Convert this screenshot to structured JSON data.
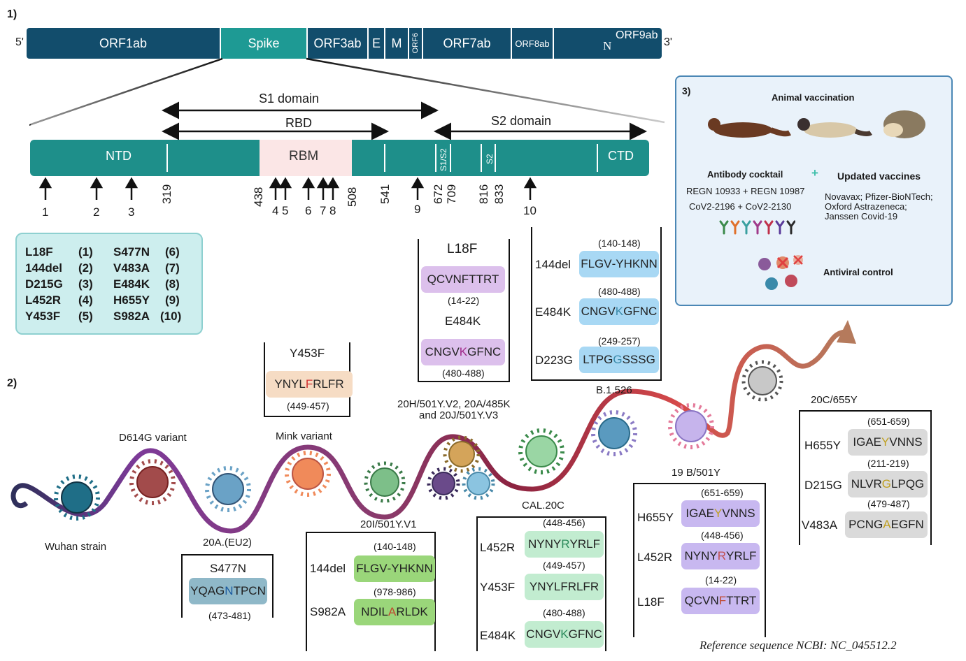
{
  "panels": {
    "p1": "1)",
    "p2": "2)",
    "p3": "3)"
  },
  "genome": {
    "five_prime": "5'",
    "three_prime": "3'",
    "segments": {
      "orf1ab": "ORF1ab",
      "spike": "Spike",
      "orf3ab": "ORF3ab",
      "e": "E",
      "m": "M",
      "orf6": "ORF6",
      "orf7ab": "ORF7ab",
      "orf8ab": "ORF8ab",
      "n": "N",
      "orf9ab": "ORF9ab"
    }
  },
  "domains": {
    "s1": "S1 domain",
    "rbd": "RBD",
    "s2": "S2 domain"
  },
  "spike": {
    "ntd": "NTD",
    "rbm": "RBM",
    "s1s2": "S1/S2",
    "s2": "S2",
    "ctd": "CTD"
  },
  "positions": [
    "319",
    "438",
    "508",
    "541",
    "672",
    "709",
    "816",
    "833"
  ],
  "arrow_numbers": [
    "1",
    "2",
    "3",
    "4",
    "5",
    "6",
    "7",
    "8",
    "9",
    "10"
  ],
  "mutations": [
    {
      "name": "L18F",
      "num": "(1)"
    },
    {
      "name": "144del",
      "num": "(2)"
    },
    {
      "name": "D215G",
      "num": "(3)"
    },
    {
      "name": "L452R",
      "num": "(4)"
    },
    {
      "name": "Y453F",
      "num": "(5)"
    },
    {
      "name": "S477N",
      "num": "(6)"
    },
    {
      "name": "V483A",
      "num": "(7)"
    },
    {
      "name": "E484K",
      "num": "(8)"
    },
    {
      "name": "H655Y",
      "num": "(9)"
    },
    {
      "name": "S982A",
      "num": "(10)"
    }
  ],
  "panel3": {
    "animal": "Animal vaccination",
    "cocktail": "Antibody cocktail",
    "plus": "+",
    "updated": "Updated vaccines",
    "regn": "REGN 10933 + REGN 10987",
    "cov": "CoV2-2196 + CoV2-2130",
    "vaccines1": "Novavax; Pfizer-BioNTech;",
    "vaccines2": "Oxford Astrazeneca;",
    "vaccines3": "Janssen Covid-19",
    "antiviral": "Antiviral control"
  },
  "variants": {
    "wuhan": "Wuhan strain",
    "d614g": "D614G variant",
    "mink": "Mink variant",
    "eu2": "20A.(EU2)",
    "v1": "20I/501Y.V1",
    "v2": "20H/501Y.V2,  20A/485K",
    "v3": "and 20J/501Y.V3",
    "b1526": "B.1.526",
    "cal": "CAL.20C",
    "b501": "19 B/501Y",
    "c655": "20C/655Y"
  },
  "peptides": {
    "mink": {
      "mut": "Y453F",
      "pre": "YNYL",
      "hl": "F",
      "post": "RLFR",
      "range": "(449-457)"
    },
    "eu2": {
      "mut": "S477N",
      "pre": "YQAG",
      "hl": "N",
      "post": "TPCN",
      "range": "(473-481)"
    },
    "v1a": {
      "mut": "144del",
      "range": "(140-148)",
      "pre": "FLGV",
      "hl": "-",
      "post": "YHKNN"
    },
    "v1b": {
      "mut": "S982A",
      "range": "(978-986)",
      "pre": "NDIL",
      "hl": "A",
      "post": "RLDK"
    },
    "v2a": {
      "mut": "L18F",
      "pre": "QCVN",
      "hl": "F",
      "post": "TTRT",
      "range": "(14-22)"
    },
    "v2b": {
      "mut": "E484K",
      "pre": "CNGV",
      "hl": "K",
      "post": "GFNC",
      "range": "(480-488)"
    },
    "b1a": {
      "mut": "144del",
      "range": "(140-148)",
      "pre": "FLGV",
      "hl": "-",
      "post": "YHKNN"
    },
    "b1b": {
      "mut": "E484K",
      "range": "(480-488)",
      "pre": "CNGV",
      "hl": "K",
      "post": "GFNC"
    },
    "b1c": {
      "mut": "D223G",
      "range": "(249-257)",
      "pre": "LTPG",
      "hl": "G",
      "post": "SSSG"
    },
    "cala": {
      "mut": "L452R",
      "range": "(448-456)",
      "pre": "NYNY",
      "hl": "R",
      "post": "YRLF"
    },
    "calb": {
      "mut": "Y453F",
      "range": "(449-457)",
      "pre": "YNYL",
      "hl": "F",
      "post": "RLFR"
    },
    "calc": {
      "mut": "E484K",
      "range": "(480-488)",
      "pre": "CNGV",
      "hl": "K",
      "post": "GFNC"
    },
    "b5a": {
      "mut": "H655Y",
      "range": "(651-659)",
      "pre": "IGAE",
      "hl": "Y",
      "post": "VNNS"
    },
    "b5b": {
      "mut": "L452R",
      "range": "(448-456)",
      "pre": "NYNY",
      "hl": "R",
      "post": "YRLF"
    },
    "b5c": {
      "mut": "L18F",
      "range": "(14-22)",
      "pre": "QCVN",
      "hl": "F",
      "post": "TTRT"
    },
    "c6a": {
      "mut": "H655Y",
      "range": "(651-659)",
      "pre": "IGAE",
      "hl": "Y",
      "post": "VNNS"
    },
    "c6b": {
      "mut": "D215G",
      "range": "(211-219)",
      "pre": "NLVR",
      "hl": "G",
      "post": "LPQG"
    },
    "c6c": {
      "mut": "V483A",
      "range": "(479-487)",
      "pre": "PCNG",
      "hl": "A",
      "post": "EGFN"
    }
  },
  "reference": "Reference sequence NCBI: NC_045512.2",
  "colors": {
    "genome": "#124d6c",
    "spike": "#1e8f8a",
    "rbm": "#fbe6e6",
    "legend_bg": "#cdeeee",
    "panel3_bg": "#e9f2fa"
  }
}
